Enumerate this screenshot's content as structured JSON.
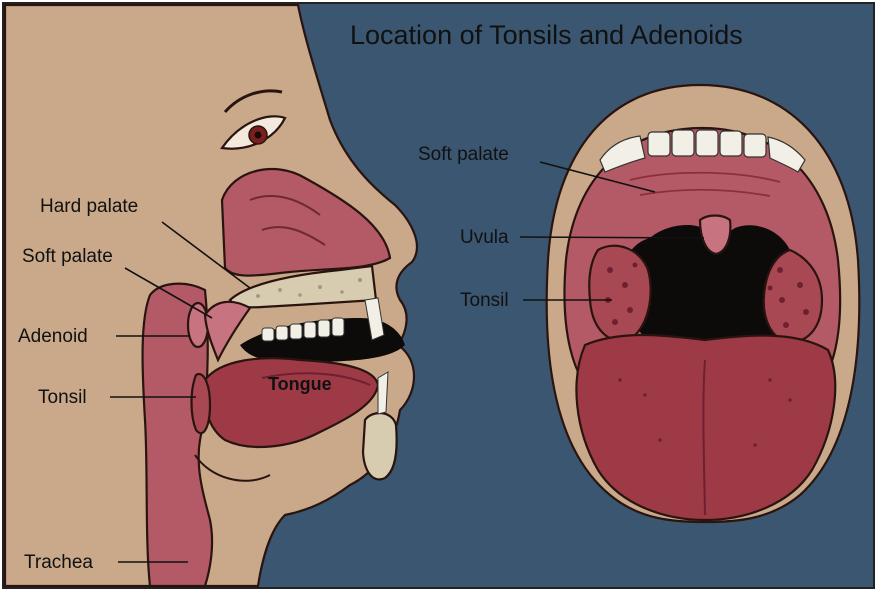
{
  "title": "Location of Tonsils and Adenoids",
  "side_view": {
    "labels": {
      "hard_palate": "Hard palate",
      "soft_palate": "Soft palate",
      "adenoid": "Adenoid",
      "tonsil": "Tonsil",
      "trachea": "Trachea",
      "tongue": "Tongue"
    }
  },
  "front_view": {
    "labels": {
      "soft_palate": "Soft palate",
      "uvula": "Uvula",
      "tonsil": "Tonsil"
    }
  },
  "colors": {
    "background": "#3a5670",
    "skin": "#c9a98a",
    "tissue": "#b35a66",
    "tissue_dark": "#8e2e38",
    "cavity": "#0d0a0a",
    "tooth": "#f2efe6",
    "bone": "#d8ccb0"
  }
}
